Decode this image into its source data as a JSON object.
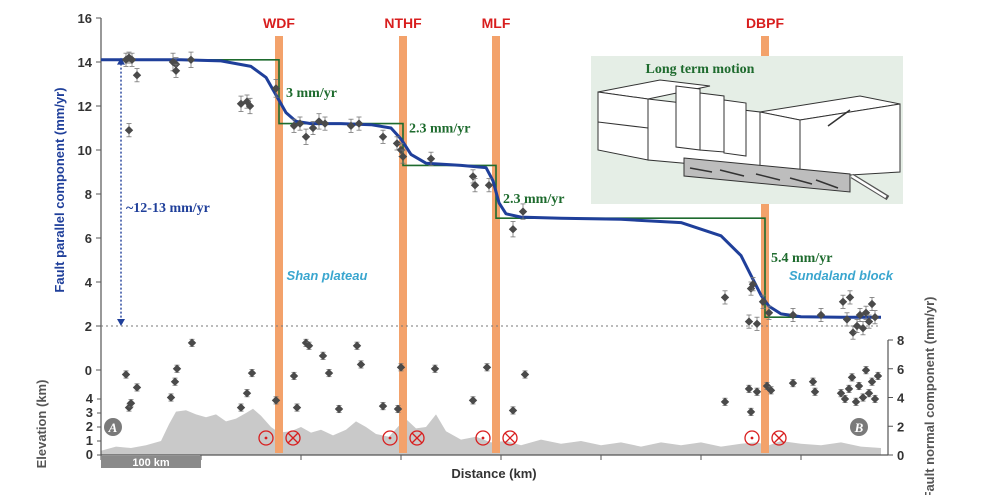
{
  "chart_data": {
    "type": "scatter",
    "xlabel": "Distance (km)",
    "ylabel": "Fault parallel component (mm/yr)",
    "ylabel_right": "Fault normal component (mm/yr)",
    "ylabel_elevation": "Elevation (km)",
    "y_ticks": [
      0,
      2,
      4,
      6,
      8,
      10,
      12,
      14,
      16
    ],
    "y_right_ticks": [
      0,
      2,
      4,
      6,
      8
    ],
    "elev_ticks": [
      0,
      1,
      2,
      3,
      4
    ],
    "ylim": [
      0,
      16
    ],
    "xlim": [
      0,
      780
    ],
    "scale_bar_label": "100 km",
    "scale_bar_km": 100,
    "faults": [
      {
        "name": "WDF",
        "x": 178
      },
      {
        "name": "NTHF",
        "x": 302
      },
      {
        "name": "MLF",
        "x": 395
      },
      {
        "name": "DBPF",
        "x": 664
      }
    ],
    "rates": [
      {
        "label": "3 mm/yr",
        "x": 185,
        "y": 12.4
      },
      {
        "label": "2.3 mm/yr",
        "x": 308,
        "y": 10.8
      },
      {
        "label": "2.3 mm/yr",
        "x": 402,
        "y": 7.6
      },
      {
        "label": "5.4 mm/yr",
        "x": 670,
        "y": 4.9
      }
    ],
    "regions": [
      {
        "label": "Shan plateau",
        "x": 226,
        "y": 4.1
      },
      {
        "label": "Sundaland block",
        "x": 740,
        "y": 4.1
      }
    ],
    "total_rate_label": "~12-13 mm/yr",
    "total_rate_range": [
      2,
      14.2
    ],
    "profile_labels": [
      "A",
      "B"
    ],
    "inset_title": "Long term motion",
    "step_model": {
      "x": [
        0,
        178,
        178,
        302,
        302,
        395,
        395,
        664,
        664,
        780
      ],
      "y": [
        14.1,
        14.1,
        11.2,
        11.2,
        9.3,
        9.3,
        6.9,
        6.9,
        2.4,
        2.4
      ]
    },
    "reference_line_y": 2,
    "smooth_model": {
      "x": [
        0,
        40,
        80,
        120,
        150,
        165,
        175,
        185,
        195,
        210,
        240,
        270,
        290,
        300,
        310,
        325,
        360,
        385,
        392,
        398,
        405,
        420,
        460,
        520,
        580,
        620,
        640,
        650,
        660,
        668,
        680,
        700,
        740,
        780
      ],
      "y": [
        14.1,
        14.1,
        14.1,
        14.05,
        13.8,
        13.3,
        12.5,
        11.7,
        11.3,
        11.2,
        11.2,
        11.15,
        11.0,
        10.5,
        9.8,
        9.4,
        9.3,
        9.2,
        8.6,
        7.6,
        7.1,
        6.95,
        6.9,
        6.85,
        6.7,
        6.1,
        5.2,
        4.3,
        3.4,
        2.9,
        2.55,
        2.42,
        2.4,
        2.4
      ]
    },
    "parallel_points": [
      {
        "x": 25,
        "y": 14.1,
        "e": 0.3
      },
      {
        "x": 28,
        "y": 14.2,
        "e": 0.25
      },
      {
        "x": 31,
        "y": 14.1,
        "e": 0.3
      },
      {
        "x": 28,
        "y": 10.9,
        "e": 0.3
      },
      {
        "x": 36,
        "y": 13.4,
        "e": 0.3
      },
      {
        "x": 72,
        "y": 14.0,
        "e": 0.4
      },
      {
        "x": 75,
        "y": 13.9,
        "e": 0.3
      },
      {
        "x": 75,
        "y": 13.6,
        "e": 0.3
      },
      {
        "x": 90,
        "y": 14.1,
        "e": 0.35
      },
      {
        "x": 140,
        "y": 12.1,
        "e": 0.35
      },
      {
        "x": 146,
        "y": 12.2,
        "e": 0.3
      },
      {
        "x": 149,
        "y": 12.0,
        "e": 0.35
      },
      {
        "x": 175,
        "y": 12.8,
        "e": 0.4
      },
      {
        "x": 193,
        "y": 11.1,
        "e": 0.3
      },
      {
        "x": 199,
        "y": 11.2,
        "e": 0.3
      },
      {
        "x": 205,
        "y": 10.6,
        "e": 0.35
      },
      {
        "x": 212,
        "y": 11.0,
        "e": 0.3
      },
      {
        "x": 218,
        "y": 11.3,
        "e": 0.35
      },
      {
        "x": 224,
        "y": 11.2,
        "e": 0.3
      },
      {
        "x": 250,
        "y": 11.1,
        "e": 0.3
      },
      {
        "x": 258,
        "y": 11.2,
        "e": 0.3
      },
      {
        "x": 282,
        "y": 10.6,
        "e": 0.3
      },
      {
        "x": 296,
        "y": 10.3,
        "e": 0.3
      },
      {
        "x": 300,
        "y": 10.0,
        "e": 0.3
      },
      {
        "x": 302,
        "y": 9.7,
        "e": 0.3
      },
      {
        "x": 330,
        "y": 9.6,
        "e": 0.3
      },
      {
        "x": 372,
        "y": 8.8,
        "e": 0.3
      },
      {
        "x": 374,
        "y": 8.4,
        "e": 0.3
      },
      {
        "x": 388,
        "y": 8.4,
        "e": 0.3
      },
      {
        "x": 412,
        "y": 6.4,
        "e": 0.35
      },
      {
        "x": 422,
        "y": 7.2,
        "e": 0.35
      },
      {
        "x": 624,
        "y": 3.3,
        "e": 0.3
      },
      {
        "x": 650,
        "y": 3.7,
        "e": 0.3
      },
      {
        "x": 652,
        "y": 3.9,
        "e": 0.3
      },
      {
        "x": 648,
        "y": 2.2,
        "e": 0.3
      },
      {
        "x": 656,
        "y": 2.1,
        "e": 0.3
      },
      {
        "x": 662,
        "y": 3.1,
        "e": 0.3
      },
      {
        "x": 668,
        "y": 2.6,
        "e": 0.3
      },
      {
        "x": 692,
        "y": 2.5,
        "e": 0.3
      },
      {
        "x": 720,
        "y": 2.5,
        "e": 0.3
      },
      {
        "x": 742,
        "y": 3.1,
        "e": 0.3
      },
      {
        "x": 746,
        "y": 2.3,
        "e": 0.3
      },
      {
        "x": 749,
        "y": 3.3,
        "e": 0.3
      },
      {
        "x": 752,
        "y": 1.7,
        "e": 0.3
      },
      {
        "x": 756,
        "y": 2.0,
        "e": 0.3
      },
      {
        "x": 759,
        "y": 2.5,
        "e": 0.3
      },
      {
        "x": 762,
        "y": 1.9,
        "e": 0.3
      },
      {
        "x": 765,
        "y": 2.6,
        "e": 0.3
      },
      {
        "x": 768,
        "y": 2.2,
        "e": 0.3
      },
      {
        "x": 771,
        "y": 3.0,
        "e": 0.3
      },
      {
        "x": 774,
        "y": 2.4,
        "e": 0.3
      }
    ],
    "normal_points": [
      {
        "x": 25,
        "y": 5.6,
        "e": 0.25
      },
      {
        "x": 28,
        "y": 3.3,
        "e": 0.25
      },
      {
        "x": 30,
        "y": 3.6,
        "e": 0.25
      },
      {
        "x": 36,
        "y": 4.7,
        "e": 0.25
      },
      {
        "x": 70,
        "y": 4.0,
        "e": 0.25
      },
      {
        "x": 74,
        "y": 5.1,
        "e": 0.25
      },
      {
        "x": 76,
        "y": 6.0,
        "e": 0.25
      },
      {
        "x": 91,
        "y": 7.8,
        "e": 0.25
      },
      {
        "x": 140,
        "y": 3.3,
        "e": 0.25
      },
      {
        "x": 146,
        "y": 4.3,
        "e": 0.25
      },
      {
        "x": 151,
        "y": 5.7,
        "e": 0.25
      },
      {
        "x": 175,
        "y": 3.8,
        "e": 0.25
      },
      {
        "x": 193,
        "y": 5.5,
        "e": 0.25
      },
      {
        "x": 196,
        "y": 3.3,
        "e": 0.25
      },
      {
        "x": 205,
        "y": 7.8,
        "e": 0.25
      },
      {
        "x": 208,
        "y": 7.6,
        "e": 0.25
      },
      {
        "x": 222,
        "y": 6.9,
        "e": 0.25
      },
      {
        "x": 228,
        "y": 5.7,
        "e": 0.25
      },
      {
        "x": 238,
        "y": 3.2,
        "e": 0.25
      },
      {
        "x": 256,
        "y": 7.6,
        "e": 0.25
      },
      {
        "x": 260,
        "y": 6.3,
        "e": 0.25
      },
      {
        "x": 282,
        "y": 3.4,
        "e": 0.25
      },
      {
        "x": 297,
        "y": 3.2,
        "e": 0.25
      },
      {
        "x": 300,
        "y": 6.1,
        "e": 0.25
      },
      {
        "x": 334,
        "y": 6.0,
        "e": 0.25
      },
      {
        "x": 372,
        "y": 3.8,
        "e": 0.25
      },
      {
        "x": 386,
        "y": 6.1,
        "e": 0.25
      },
      {
        "x": 412,
        "y": 3.1,
        "e": 0.25
      },
      {
        "x": 424,
        "y": 5.6,
        "e": 0.25
      },
      {
        "x": 624,
        "y": 3.7,
        "e": 0.25
      },
      {
        "x": 648,
        "y": 4.6,
        "e": 0.25
      },
      {
        "x": 650,
        "y": 3.0,
        "e": 0.25
      },
      {
        "x": 656,
        "y": 4.4,
        "e": 0.25
      },
      {
        "x": 666,
        "y": 4.8,
        "e": 0.25
      },
      {
        "x": 670,
        "y": 4.5,
        "e": 0.25
      },
      {
        "x": 692,
        "y": 5.0,
        "e": 0.25
      },
      {
        "x": 712,
        "y": 5.1,
        "e": 0.25
      },
      {
        "x": 714,
        "y": 4.4,
        "e": 0.25
      },
      {
        "x": 740,
        "y": 4.3,
        "e": 0.25
      },
      {
        "x": 744,
        "y": 3.9,
        "e": 0.25
      },
      {
        "x": 748,
        "y": 4.6,
        "e": 0.25
      },
      {
        "x": 751,
        "y": 5.4,
        "e": 0.25
      },
      {
        "x": 755,
        "y": 3.7,
        "e": 0.25
      },
      {
        "x": 758,
        "y": 4.8,
        "e": 0.25
      },
      {
        "x": 762,
        "y": 4.0,
        "e": 0.25
      },
      {
        "x": 765,
        "y": 5.9,
        "e": 0.25
      },
      {
        "x": 768,
        "y": 4.3,
        "e": 0.25
      },
      {
        "x": 771,
        "y": 5.1,
        "e": 0.25
      },
      {
        "x": 774,
        "y": 3.9,
        "e": 0.25
      },
      {
        "x": 777,
        "y": 5.5,
        "e": 0.25
      }
    ],
    "elevation_profile": {
      "x": [
        0,
        15,
        30,
        45,
        60,
        68,
        75,
        85,
        95,
        105,
        115,
        125,
        135,
        145,
        152,
        160,
        170,
        178,
        190,
        200,
        210,
        220,
        232,
        245,
        255,
        265,
        275,
        288,
        298,
        306,
        315,
        325,
        335,
        345,
        360,
        375,
        390,
        405,
        420,
        440,
        460,
        480,
        500,
        520,
        540,
        560,
        580,
        600,
        620,
        640,
        655,
        668,
        680,
        700,
        720,
        740,
        760,
        780
      ],
      "y": [
        0.3,
        0.6,
        0.5,
        0.7,
        1.0,
        2.2,
        3.1,
        3.2,
        2.9,
        2.7,
        2.9,
        2.4,
        2.6,
        3.0,
        3.3,
        2.8,
        2.0,
        1.6,
        1.7,
        2.0,
        1.6,
        1.8,
        1.4,
        1.8,
        2.4,
        2.0,
        1.5,
        1.3,
        2.1,
        2.5,
        1.9,
        2.0,
        2.9,
        1.7,
        1.1,
        1.3,
        0.9,
        1.0,
        0.7,
        1.1,
        0.8,
        1.0,
        0.7,
        0.9,
        0.6,
        0.9,
        0.7,
        0.9,
        0.6,
        0.8,
        0.9,
        0.7,
        1.0,
        0.8,
        0.7,
        0.9,
        0.6,
        0.5
      ]
    },
    "grid": false,
    "legend": "none"
  },
  "colors": {
    "fault_bar": "#f3a26b",
    "fault_label": "#d81e1e",
    "step_line": "#1e6b2e",
    "smooth_line": "#1f3f9a",
    "points": "#4a4a4a",
    "elevation": "#c9c9c9",
    "region_label": "#3aa6cf"
  }
}
